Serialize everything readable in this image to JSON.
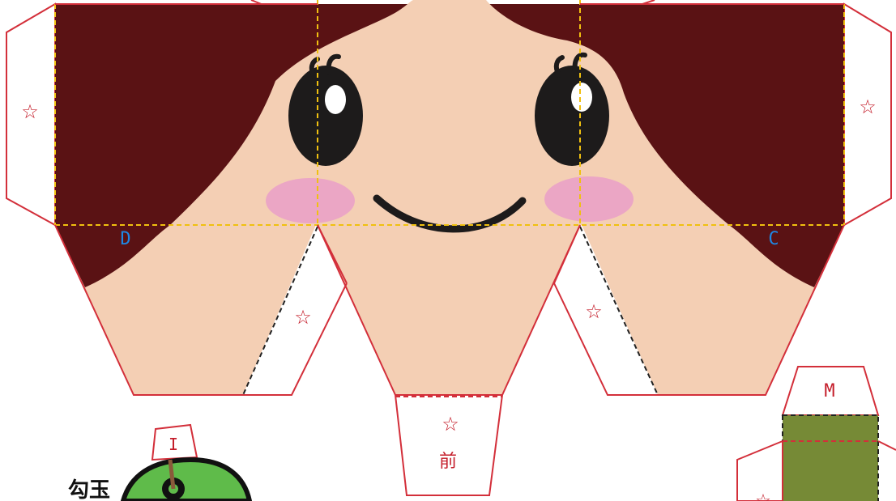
{
  "colors": {
    "hair": "#5a1214",
    "skin": "#f4cfb4",
    "cut_line": "#d32f3a",
    "fold_yellow": "#f0c010",
    "fold_black": "#222222",
    "cheek": "#eba6c5",
    "eye": "#1d1b1b",
    "letter_blue": "#1e88e5",
    "magatama_green": "#5fbb4a",
    "box_olive": "#768a36",
    "mark_red": "#c41d2a"
  },
  "tabs": {
    "left_star": "☆",
    "right_star": "☆",
    "inner_left_star": "☆",
    "inner_right_star": "☆",
    "bottom_star": "☆",
    "bottom_front": "前",
    "box_star": "☆"
  },
  "labels": {
    "d": "D",
    "c": "C",
    "m": "M",
    "i": "I"
  },
  "magatama": {
    "caption": "勾玉"
  }
}
